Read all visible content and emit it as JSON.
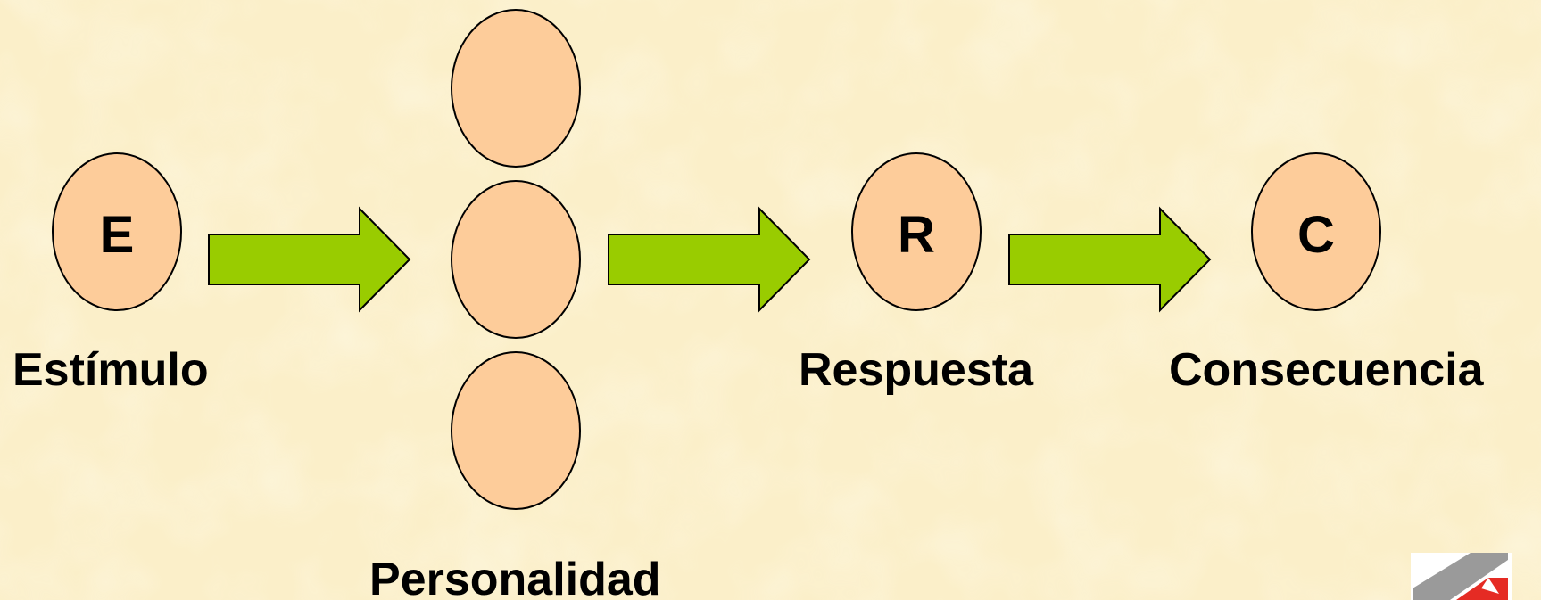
{
  "nodes": {
    "estimulo": {
      "letter": "E",
      "label": "Estímulo"
    },
    "personalidad": {
      "label": "Personalidad"
    },
    "respuesta": {
      "letter": "R",
      "label": "Respuesta"
    },
    "consecuencia": {
      "letter": "C",
      "label": "Consecuencia"
    }
  },
  "colors": {
    "background": "#fbefc9",
    "node_fill": "#fdcc9a",
    "arrow_fill": "#99cc00",
    "outline": "#000000",
    "logo_grey": "#9a9a9a",
    "logo_red": "#e52b24"
  },
  "icons": {
    "corner_logo": "institution-logo-icon"
  }
}
